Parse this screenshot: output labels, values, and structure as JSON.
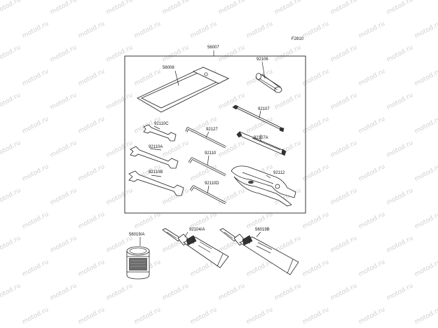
{
  "figure": {
    "ref_code": "F2810",
    "watermark_text": "motod.ru",
    "kit_label": "56007"
  },
  "parts": [
    {
      "id": "pouch",
      "label": "56008"
    },
    {
      "id": "plug",
      "label": "92106"
    },
    {
      "id": "screwdriver-blade",
      "label": "92107"
    },
    {
      "id": "wrench-c",
      "label": "92110C"
    },
    {
      "id": "hex-wrench-a",
      "label": "92127"
    },
    {
      "id": "screwdriver-handle",
      "label": "92107A"
    },
    {
      "id": "wrench-a",
      "label": "92110A"
    },
    {
      "id": "hex-wrench-b",
      "label": "92110"
    },
    {
      "id": "pliers",
      "label": "92112"
    },
    {
      "id": "wrench-b",
      "label": "92110B"
    },
    {
      "id": "hex-wrench-d",
      "label": "92110D"
    },
    {
      "id": "can",
      "label": "56019/A"
    },
    {
      "id": "tube-a",
      "label": "92104/A"
    },
    {
      "id": "tube-b",
      "label": "56019B"
    }
  ]
}
